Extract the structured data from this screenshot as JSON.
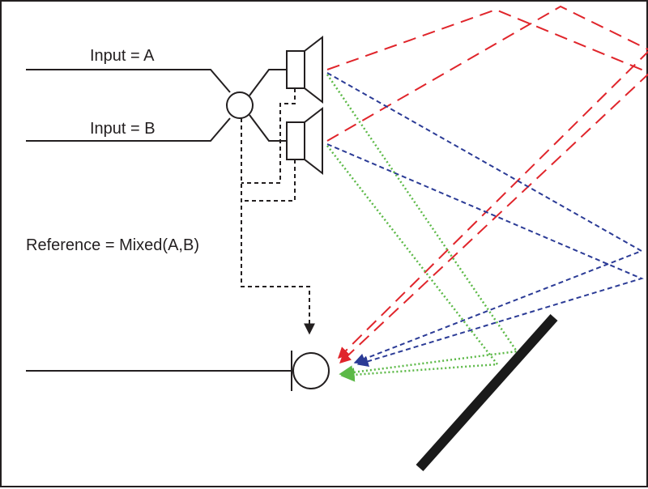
{
  "labels": {
    "input_a": "Input = A",
    "input_b": "Input = B",
    "reference": "Reference = Mixed(A,B)"
  },
  "colors": {
    "line": "#231f20",
    "path_red": "#e0252b",
    "path_blue": "#2b3b96",
    "path_green": "#5cb947",
    "wall": "#1a1a1a"
  }
}
